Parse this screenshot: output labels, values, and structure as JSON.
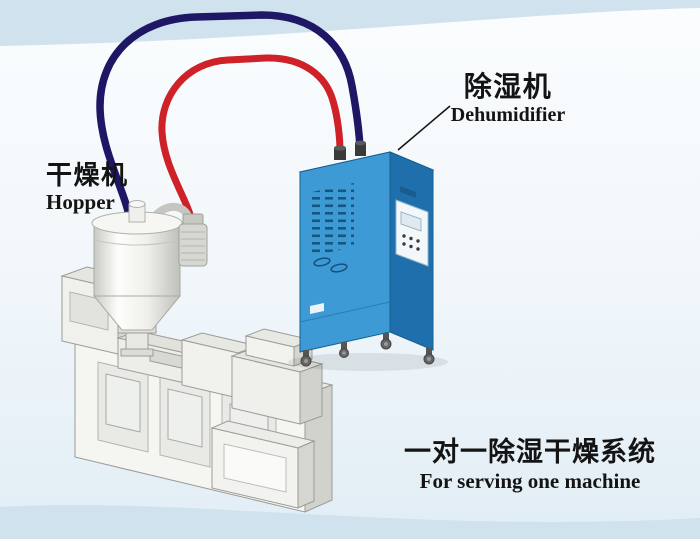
{
  "labels": {
    "dehumidifier": {
      "zh": "除湿机",
      "en": "Dehumidifier"
    },
    "hopper": {
      "zh": "干燥机",
      "en": "Hopper"
    },
    "caption": {
      "zh": "一对一除湿干燥系统",
      "en": "For serving one machine"
    }
  },
  "colors": {
    "band": "#cfe2ee",
    "pipe_red": "#cf2128",
    "pipe_navy": "#1d1766",
    "dehumidifier_front": "#3d9ad4",
    "dehumidifier_side": "#1f6fad",
    "dehumidifier_top": "#85c6e9",
    "machine_light": "#f4f4f1",
    "machine_mid": "#e4e4e0",
    "machine_dark": "#cfcfca",
    "text": "#141414"
  }
}
